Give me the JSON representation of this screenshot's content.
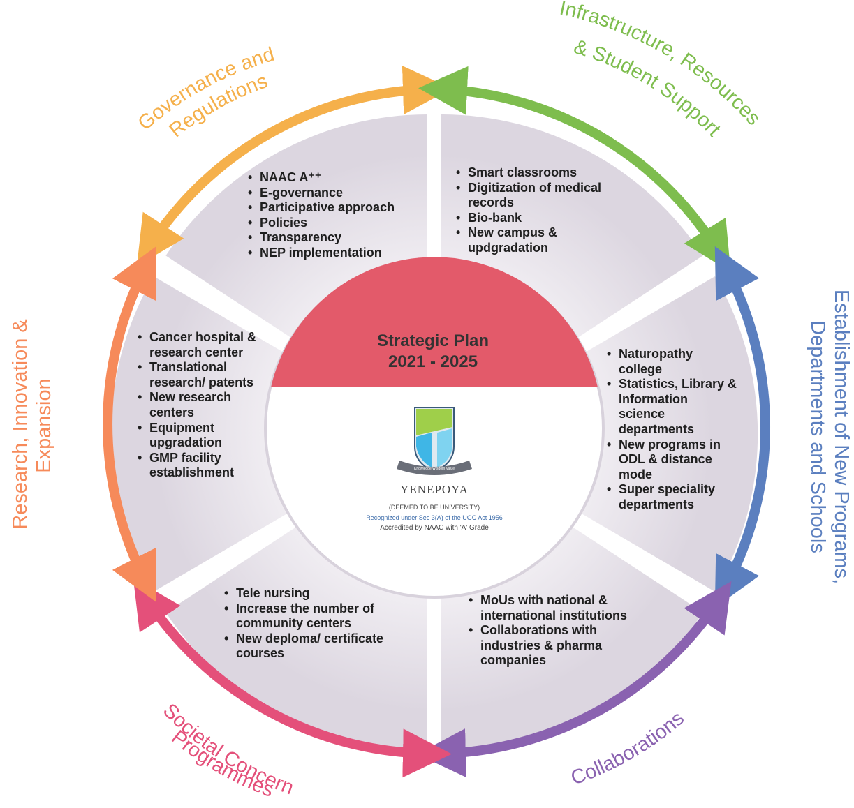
{
  "center": {
    "title_line1": "Strategic Plan",
    "title_line2": "2021 - 2025",
    "logo_name": "YENEPOYA",
    "logo_ribbon": "Knowledge Wisdom Value",
    "logo_sub1": "(DEEMED TO BE UNIVERSITY)",
    "logo_sub2": "Recognized under Sec 3(A) of the UGC Act 1956",
    "logo_sub3": "Accredited by NAAC with 'A' Grade"
  },
  "themes": {
    "governance": {
      "line1": "Governance and",
      "line2": "Regulations",
      "color": "#f5b04b"
    },
    "infrastructure": {
      "line1": "Infrastructure, Resources",
      "line2": "& Student Support",
      "color": "#7ebd4e"
    },
    "establishment": {
      "line1": "Establishment of New Programs,",
      "line2": "Departments and Schools",
      "color": "#5b7fbf"
    },
    "collaborations": {
      "line1": "Collaborations",
      "color": "#8a62b0"
    },
    "societal": {
      "line1": "Societal Concern",
      "line2": "Programmes",
      "color": "#e4507a"
    },
    "research": {
      "line1": "Research, Innovation &",
      "line2": "Expansion",
      "color": "#f68a5a"
    }
  },
  "segments": {
    "governance": [
      "NAAC A⁺⁺",
      "E-governance",
      "Participative approach",
      "Policies",
      "Transparency",
      "NEP implementation"
    ],
    "infrastructure": [
      "Smart classrooms",
      "Digitization of medical records",
      "Bio-bank",
      "New campus & updgradation"
    ],
    "establishment": [
      "Naturopathy college",
      "Statistics, Library & Information science departments",
      "New programs in ODL & distance mode",
      "Super speciality departments"
    ],
    "collaborations": [
      "MoUs with national & international institutions",
      "Collaborations with industries & pharma companies"
    ],
    "societal": [
      "Tele nursing",
      "Increase the number of community centers",
      "New deploma/ certificate courses"
    ],
    "research": [
      "Cancer hospital & research center",
      "Translational research/ patents",
      "New research centers",
      "Equipment upgradation",
      "GMP facility establishment"
    ]
  },
  "colors": {
    "center_top": "#e35a6a",
    "segment_fill": "#e8e3ea"
  }
}
